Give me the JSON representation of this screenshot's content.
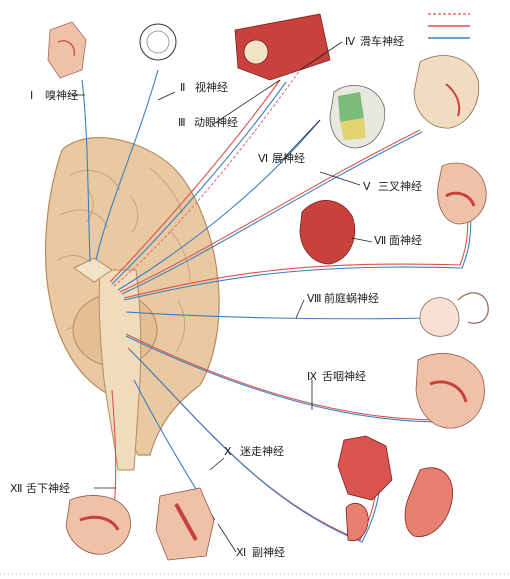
{
  "nerves": {
    "n1": {
      "numeral": "Ⅰ",
      "name": "嗅神经"
    },
    "n2": {
      "numeral": "Ⅱ",
      "name": "视神经"
    },
    "n3": {
      "numeral": "Ⅲ",
      "name": "动眼神经"
    },
    "n4": {
      "numeral": "Ⅳ",
      "name": "滑车神经"
    },
    "n5": {
      "numeral": "Ⅴ",
      "name": "三叉神经"
    },
    "n6": {
      "numeral": "Ⅵ",
      "name": "展神经"
    },
    "n7": {
      "numeral": "Ⅶ",
      "name": "面神经"
    },
    "n8": {
      "numeral": "Ⅷ",
      "name": "前庭蜗神经"
    },
    "n9": {
      "numeral": "Ⅸ",
      "name": "舌咽神经"
    },
    "n10": {
      "numeral": "Ⅹ",
      "name": "迷走神经"
    },
    "n11": {
      "numeral": "Ⅺ",
      "name": "副神经"
    },
    "n12": {
      "numeral": "Ⅻ",
      "name": "舌下神经"
    }
  },
  "legend_colors": {
    "dashed": "#e0707a",
    "red": "#d9534f",
    "blue": "#3b7fc4"
  },
  "colors": {
    "brain": "#e9c9a2",
    "brain_fold": "#c79a6e",
    "stem": "#f0dcbc",
    "skin": "#efc2a8",
    "muscle": "#c9413c"
  }
}
